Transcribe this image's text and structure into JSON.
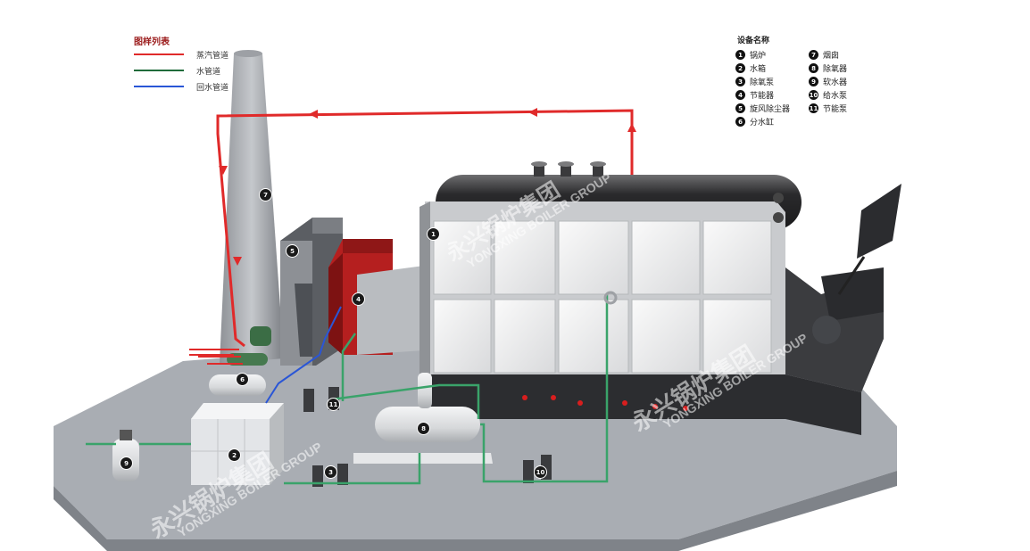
{
  "legend": {
    "title": "图样列表",
    "items": [
      {
        "label": "蒸汽管道",
        "color": "#e02a2a"
      },
      {
        "label": "水管道",
        "color": "#1f6b3a"
      },
      {
        "label": "回水管道",
        "color": "#2a56d6"
      }
    ]
  },
  "equipment": {
    "title": "设备名称",
    "col1": [
      {
        "num": "1",
        "label": "锅炉"
      },
      {
        "num": "2",
        "label": "水箱"
      },
      {
        "num": "3",
        "label": "除氧泵"
      },
      {
        "num": "4",
        "label": "节能器"
      },
      {
        "num": "5",
        "label": "旋风除尘器"
      },
      {
        "num": "6",
        "label": "分水缸"
      }
    ],
    "col2": [
      {
        "num": "7",
        "label": "烟囱"
      },
      {
        "num": "8",
        "label": "除氧器"
      },
      {
        "num": "9",
        "label": "软水器"
      },
      {
        "num": "10",
        "label": "给水泵"
      },
      {
        "num": "11",
        "label": "节能泵"
      }
    ]
  },
  "markers": [
    "1",
    "2",
    "3",
    "4",
    "5",
    "6",
    "7",
    "8",
    "9",
    "10",
    "11"
  ],
  "watermark": {
    "cn": "永兴锅炉集团",
    "en": "YONGXING BOILER GROUP"
  },
  "colors": {
    "steam": "#e02a2a",
    "water": "#3aa36a",
    "return": "#2a56d6",
    "floor": "#a9adb3"
  }
}
